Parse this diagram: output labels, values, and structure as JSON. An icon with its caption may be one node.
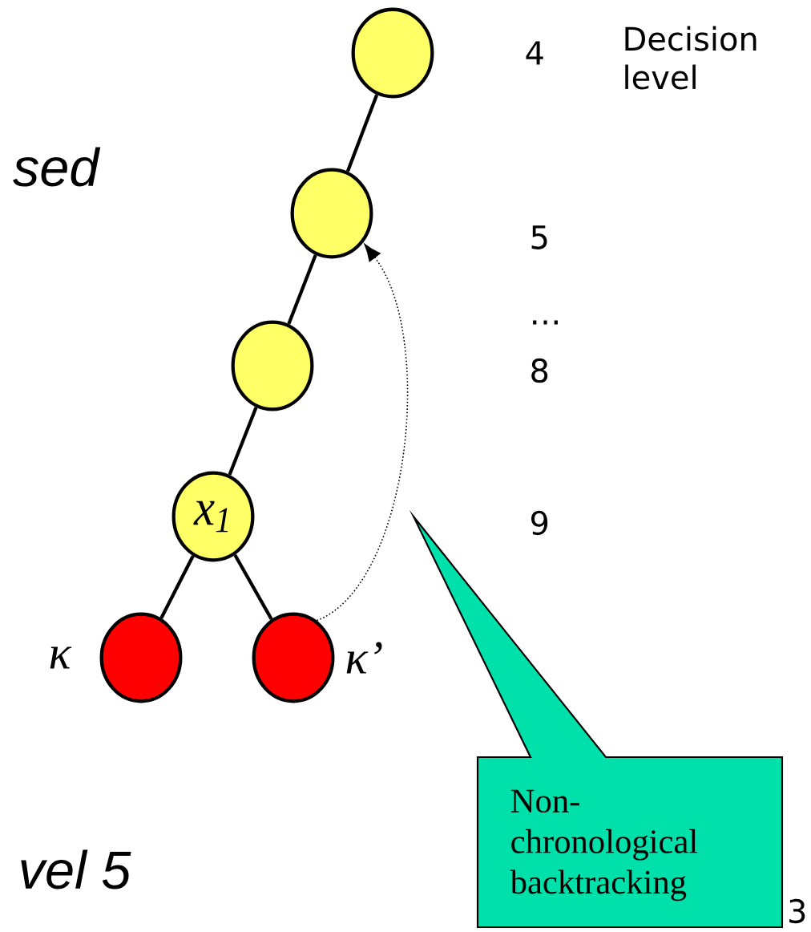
{
  "diagram": {
    "nodes": [
      {
        "text": [],
        "shape": "circle"
      },
      {
        "text": [],
        "shape": "circle"
      },
      {
        "text": [],
        "shape": "circle"
      },
      {
        "text": [
          "x$_{1}$"
        ]
      },
      {
        "text": [],
        "shape": "circle",
        "beside": [
          "κ"
        ]
      },
      {
        "text": [],
        "shape": "circle",
        "beside": [
          "κ’"
        ]
      },
      {
        "text": [
          "Non-chronological backtracking"
        ]
      }
    ],
    "edges": [
      {
        "from": 0,
        "to": 1,
        "arrow": "none"
      },
      {
        "from": 1,
        "to": 2,
        "arrow": "none"
      },
      {
        "from": 2,
        "to": 3,
        "arrow": "none"
      },
      {
        "from": 3,
        "to": 4,
        "arrow": "none"
      },
      {
        "from": 3,
        "to": 5,
        "arrow": "none"
      },
      {
        "from": 5,
        "to": 1,
        "arrow": "to",
        "style": "dashed"
      }
    ],
    "labels": [
      "4",
      "Decision level",
      "sed",
      "5",
      "…",
      "8",
      "9",
      "vel 5",
      "3"
    ]
  }
}
